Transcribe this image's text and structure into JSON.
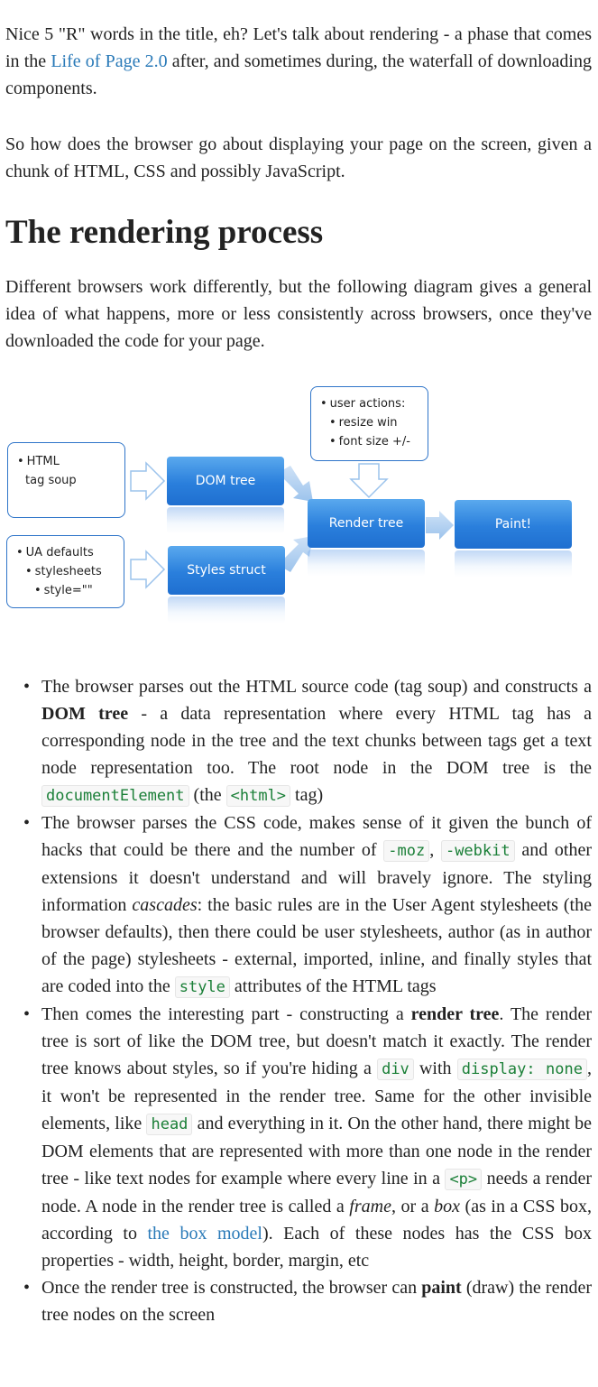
{
  "intro": {
    "p1_before": "Nice 5 \"R\" words in the title, eh? Let's talk about rendering - a phase that comes in the ",
    "p1_link": "Life of Page 2.0",
    "p1_after": " after, and sometimes during, the waterfall of downloading components.",
    "p2": "So how does the browser go about displaying your page on the screen, given a chunk of HTML, CSS and possibly JavaScript."
  },
  "section": {
    "heading": "The rendering process",
    "p3": "Different browsers work differently, but the following diagram gives a general idea of what happens, more or less consistently across browsers, once they've downloaded the code for your page."
  },
  "diagram": {
    "html_box": [
      "HTML",
      "tag soup"
    ],
    "ua_box": [
      "UA defaults",
      "stylesheets",
      "style=\"\""
    ],
    "user_box": [
      "user actions:",
      "resize win",
      "font size +/-"
    ],
    "dom_tree": "DOM tree",
    "styles_struct": "Styles struct",
    "render_tree": "Render tree",
    "paint": "Paint!",
    "colors": {
      "box_top": "#5aa9ee",
      "box_bottom": "#1f6fd0",
      "outline": "#2f75c9",
      "arrow": "#8bb8e8"
    }
  },
  "bullets": {
    "b1": {
      "t1": "The browser parses out the HTML source code (tag soup) and constructs a ",
      "bold": "DOM tree",
      "t2": " - a data representation where every HTML tag has a corresponding node in the tree and the text chunks between tags get a text node representation too. The root node in the DOM tree is the ",
      "code1": "documentElement",
      "t3": " (the ",
      "code2": "<html>",
      "t4": " tag)"
    },
    "b2": {
      "t1": "The browser parses the CSS code, makes sense of it given the bunch of hacks that could be there and the number of ",
      "code1": "-moz",
      "t2": ", ",
      "code2": "-webkit",
      "t3": " and other extensions it doesn't understand and will bravely ignore. The styling information ",
      "em": "cascades",
      "t4": ": the basic rules are in the User Agent stylesheets (the browser defaults), then there could be user stylesheets, author (as in author of the page) stylesheets - external, imported, inline, and finally styles that are coded into the ",
      "code3": "style",
      "t5": " attributes of the HTML tags"
    },
    "b3": {
      "t1": "Then comes the interesting part - constructing a ",
      "bold": "render tree",
      "t2": ". The render tree is sort of like the DOM tree, but doesn't match it exactly. The render tree knows about styles, so if you're hiding a ",
      "code1": "div",
      "t3": " with ",
      "code2": "display: none",
      "t4": ", it won't be represented in the render tree. Same for the other invisible elements, like ",
      "code3": "head",
      "t5": " and everything in it. On the other hand, there might be DOM elements that are represented with more than one node in the render tree - like text nodes for example where every line in a ",
      "code4": "<p>",
      "t6": " needs a render node. A node in the render tree is called a ",
      "em1": "frame",
      "t7": ", or a ",
      "em2": "box",
      "t8": " (as in a CSS box, according to ",
      "link": "the box model",
      "t9": "). Each of these nodes has the CSS box properties - width, height, border, margin, etc"
    },
    "b4": {
      "t1": "Once the render tree is constructed, the browser can ",
      "bold": "paint",
      "t2": " (draw) the render tree nodes on the screen"
    }
  }
}
